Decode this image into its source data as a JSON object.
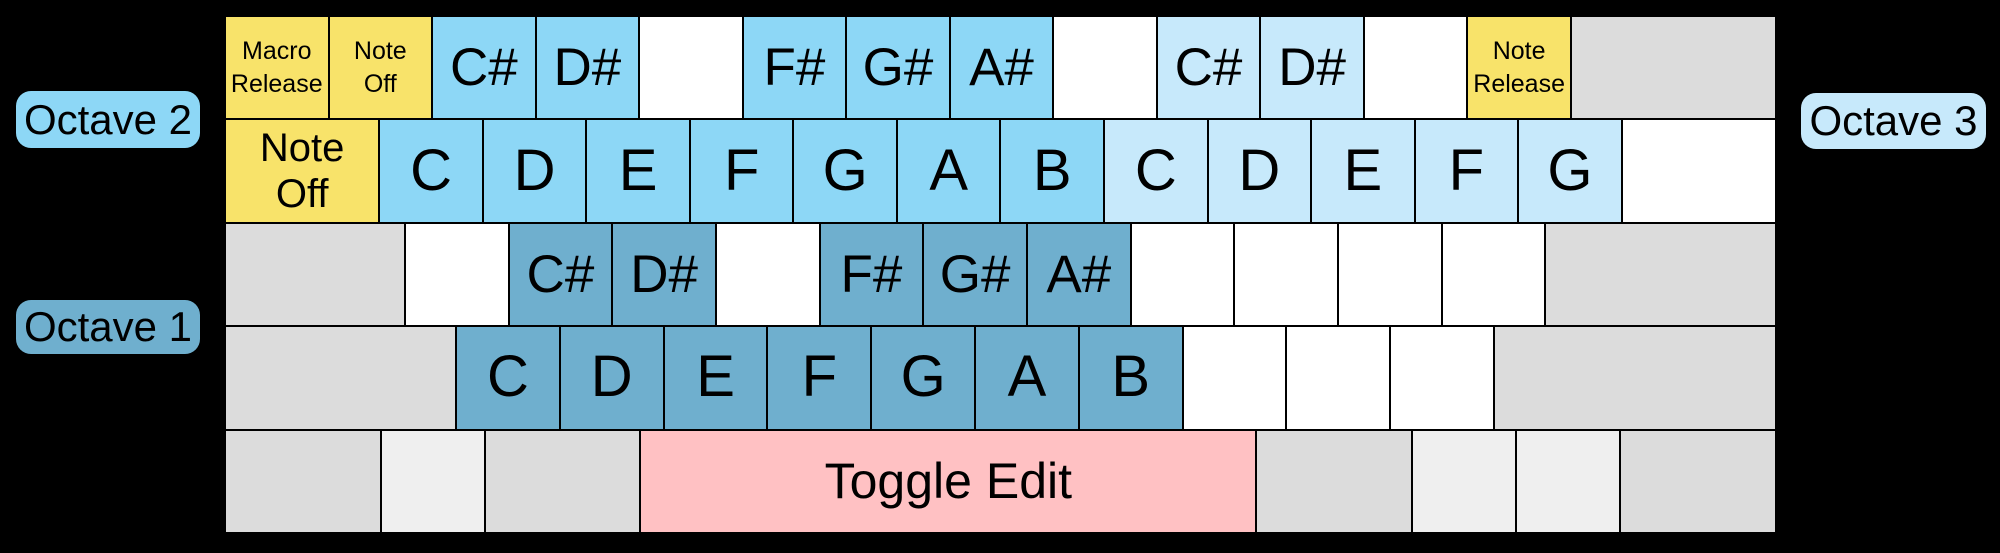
{
  "palette": {
    "background": "#000000",
    "key_border": "#000000",
    "text": "#000000",
    "yellow": "#F8E36A",
    "blue2": "#8DD7F6",
    "blue3": "#C7E9FB",
    "blue1": "#6FAFCE",
    "pink": "#FFC1C3",
    "gray": "#DCDCDC",
    "lightgray": "#EFEFEF",
    "white": "#FFFFFF"
  },
  "octave_labels": [
    {
      "label": "Octave 2",
      "side": "left",
      "color_key": "blue2"
    },
    {
      "label": "Octave 3",
      "side": "right",
      "color_key": "blue3"
    },
    {
      "label": "Octave 1",
      "side": "left",
      "color_key": "blue1"
    }
  ],
  "keyboard": {
    "rows": [
      {
        "name": "keyboard-row-numbers",
        "keys": [
          {
            "label": "Macro\nRelease",
            "color": "yellow",
            "w": 1,
            "size": "xs",
            "name": "key-macro-release"
          },
          {
            "label": "Note\nOff",
            "color": "yellow",
            "w": 1,
            "size": "xs",
            "name": "key-note-off"
          },
          {
            "label": "C#",
            "color": "blue2",
            "w": 1,
            "size": "sharp",
            "name": "key-note-c-sharp-oct2"
          },
          {
            "label": "D#",
            "color": "blue2",
            "w": 1,
            "size": "sharp",
            "name": "key-note-d-sharp-oct2"
          },
          {
            "label": "",
            "color": "white",
            "w": 1,
            "size": "",
            "name": "key-blank"
          },
          {
            "label": "F#",
            "color": "blue2",
            "w": 1,
            "size": "sharp",
            "name": "key-note-f-sharp-oct2"
          },
          {
            "label": "G#",
            "color": "blue2",
            "w": 1,
            "size": "sharp",
            "name": "key-note-g-sharp-oct2"
          },
          {
            "label": "A#",
            "color": "blue2",
            "w": 1,
            "size": "sharp",
            "name": "key-note-a-sharp-oct2"
          },
          {
            "label": "",
            "color": "white",
            "w": 1,
            "size": "",
            "name": "key-blank"
          },
          {
            "label": "C#",
            "color": "blue3",
            "w": 1,
            "size": "sharp",
            "name": "key-note-c-sharp-oct3"
          },
          {
            "label": "D#",
            "color": "blue3",
            "w": 1,
            "size": "sharp",
            "name": "key-note-d-sharp-oct3"
          },
          {
            "label": "",
            "color": "white",
            "w": 1,
            "size": "",
            "name": "key-blank"
          },
          {
            "label": "Note\nRelease",
            "color": "yellow",
            "w": 1,
            "size": "xs",
            "name": "key-note-release"
          },
          {
            "label": "",
            "color": "gray",
            "w": 2,
            "size": "",
            "name": "key-gray-blank"
          }
        ]
      },
      {
        "name": "keyboard-row-tab",
        "keys": [
          {
            "label": "Note\nOff",
            "color": "yellow",
            "w": 1.5,
            "size": "md",
            "name": "key-note-off-wide"
          },
          {
            "label": "C",
            "color": "blue2",
            "w": 1,
            "size": "note",
            "name": "key-note-c-oct2"
          },
          {
            "label": "D",
            "color": "blue2",
            "w": 1,
            "size": "note",
            "name": "key-note-d-oct2"
          },
          {
            "label": "E",
            "color": "blue2",
            "w": 1,
            "size": "note",
            "name": "key-note-e-oct2"
          },
          {
            "label": "F",
            "color": "blue2",
            "w": 1,
            "size": "note",
            "name": "key-note-f-oct2"
          },
          {
            "label": "G",
            "color": "blue2",
            "w": 1,
            "size": "note",
            "name": "key-note-g-oct2"
          },
          {
            "label": "A",
            "color": "blue2",
            "w": 1,
            "size": "note",
            "name": "key-note-a-oct2"
          },
          {
            "label": "B",
            "color": "blue2",
            "w": 1,
            "size": "note",
            "name": "key-note-b-oct2"
          },
          {
            "label": "C",
            "color": "blue3",
            "w": 1,
            "size": "note",
            "name": "key-note-c-oct3"
          },
          {
            "label": "D",
            "color": "blue3",
            "w": 1,
            "size": "note",
            "name": "key-note-d-oct3"
          },
          {
            "label": "E",
            "color": "blue3",
            "w": 1,
            "size": "note",
            "name": "key-note-e-oct3"
          },
          {
            "label": "F",
            "color": "blue3",
            "w": 1,
            "size": "note",
            "name": "key-note-f-oct3"
          },
          {
            "label": "G",
            "color": "blue3",
            "w": 1,
            "size": "note",
            "name": "key-note-g-oct3"
          },
          {
            "label": "",
            "color": "white",
            "w": 1.5,
            "size": "",
            "name": "key-blank"
          }
        ]
      },
      {
        "name": "keyboard-row-home",
        "keys": [
          {
            "label": "",
            "color": "gray",
            "w": 1.75,
            "size": "",
            "name": "key-gray-blank"
          },
          {
            "label": "",
            "color": "white",
            "w": 1,
            "size": "",
            "name": "key-blank"
          },
          {
            "label": "C#",
            "color": "blue1",
            "w": 1,
            "size": "sharp",
            "name": "key-note-c-sharp-oct1"
          },
          {
            "label": "D#",
            "color": "blue1",
            "w": 1,
            "size": "sharp",
            "name": "key-note-d-sharp-oct1"
          },
          {
            "label": "",
            "color": "white",
            "w": 1,
            "size": "",
            "name": "key-blank"
          },
          {
            "label": "F#",
            "color": "blue1",
            "w": 1,
            "size": "sharp",
            "name": "key-note-f-sharp-oct1"
          },
          {
            "label": "G#",
            "color": "blue1",
            "w": 1,
            "size": "sharp",
            "name": "key-note-g-sharp-oct1"
          },
          {
            "label": "A#",
            "color": "blue1",
            "w": 1,
            "size": "sharp",
            "name": "key-note-a-sharp-oct1"
          },
          {
            "label": "",
            "color": "white",
            "w": 1,
            "size": "",
            "name": "key-blank"
          },
          {
            "label": "",
            "color": "white",
            "w": 1,
            "size": "",
            "name": "key-blank"
          },
          {
            "label": "",
            "color": "white",
            "w": 1,
            "size": "",
            "name": "key-blank"
          },
          {
            "label": "",
            "color": "white",
            "w": 1,
            "size": "",
            "name": "key-blank"
          },
          {
            "label": "",
            "color": "gray",
            "w": 2.25,
            "size": "",
            "name": "key-gray-blank"
          }
        ]
      },
      {
        "name": "keyboard-row-shift",
        "keys": [
          {
            "label": "",
            "color": "gray",
            "w": 2.25,
            "size": "",
            "name": "key-gray-blank"
          },
          {
            "label": "C",
            "color": "blue1",
            "w": 1,
            "size": "note",
            "name": "key-note-c-oct1"
          },
          {
            "label": "D",
            "color": "blue1",
            "w": 1,
            "size": "note",
            "name": "key-note-d-oct1"
          },
          {
            "label": "E",
            "color": "blue1",
            "w": 1,
            "size": "note",
            "name": "key-note-e-oct1"
          },
          {
            "label": "F",
            "color": "blue1",
            "w": 1,
            "size": "note",
            "name": "key-note-f-oct1"
          },
          {
            "label": "G",
            "color": "blue1",
            "w": 1,
            "size": "note",
            "name": "key-note-g-oct1"
          },
          {
            "label": "A",
            "color": "blue1",
            "w": 1,
            "size": "note",
            "name": "key-note-a-oct1"
          },
          {
            "label": "B",
            "color": "blue1",
            "w": 1,
            "size": "note",
            "name": "key-note-b-oct1"
          },
          {
            "label": "",
            "color": "white",
            "w": 1,
            "size": "",
            "name": "key-blank"
          },
          {
            "label": "",
            "color": "white",
            "w": 1,
            "size": "",
            "name": "key-blank"
          },
          {
            "label": "",
            "color": "white",
            "w": 1,
            "size": "",
            "name": "key-blank"
          },
          {
            "label": "",
            "color": "gray",
            "w": 2.75,
            "size": "",
            "name": "key-gray-blank"
          }
        ]
      },
      {
        "name": "keyboard-row-space",
        "keys": [
          {
            "label": "",
            "color": "gray",
            "w": 1.5,
            "size": "",
            "name": "key-gray-blank"
          },
          {
            "label": "",
            "color": "lightgray",
            "w": 1,
            "size": "",
            "name": "key-lightgray-blank"
          },
          {
            "label": "",
            "color": "gray",
            "w": 1.5,
            "size": "",
            "name": "key-gray-blank"
          },
          {
            "label": "Toggle Edit",
            "color": "pink",
            "w": 6,
            "size": "space",
            "name": "key-toggle-edit"
          },
          {
            "label": "",
            "color": "gray",
            "w": 1.5,
            "size": "",
            "name": "key-gray-blank"
          },
          {
            "label": "",
            "color": "lightgray",
            "w": 1,
            "size": "",
            "name": "key-lightgray-blank"
          },
          {
            "label": "",
            "color": "lightgray",
            "w": 1,
            "size": "",
            "name": "key-lightgray-blank"
          },
          {
            "label": "",
            "color": "gray",
            "w": 1.5,
            "size": "",
            "name": "key-gray-blank"
          }
        ]
      }
    ]
  }
}
